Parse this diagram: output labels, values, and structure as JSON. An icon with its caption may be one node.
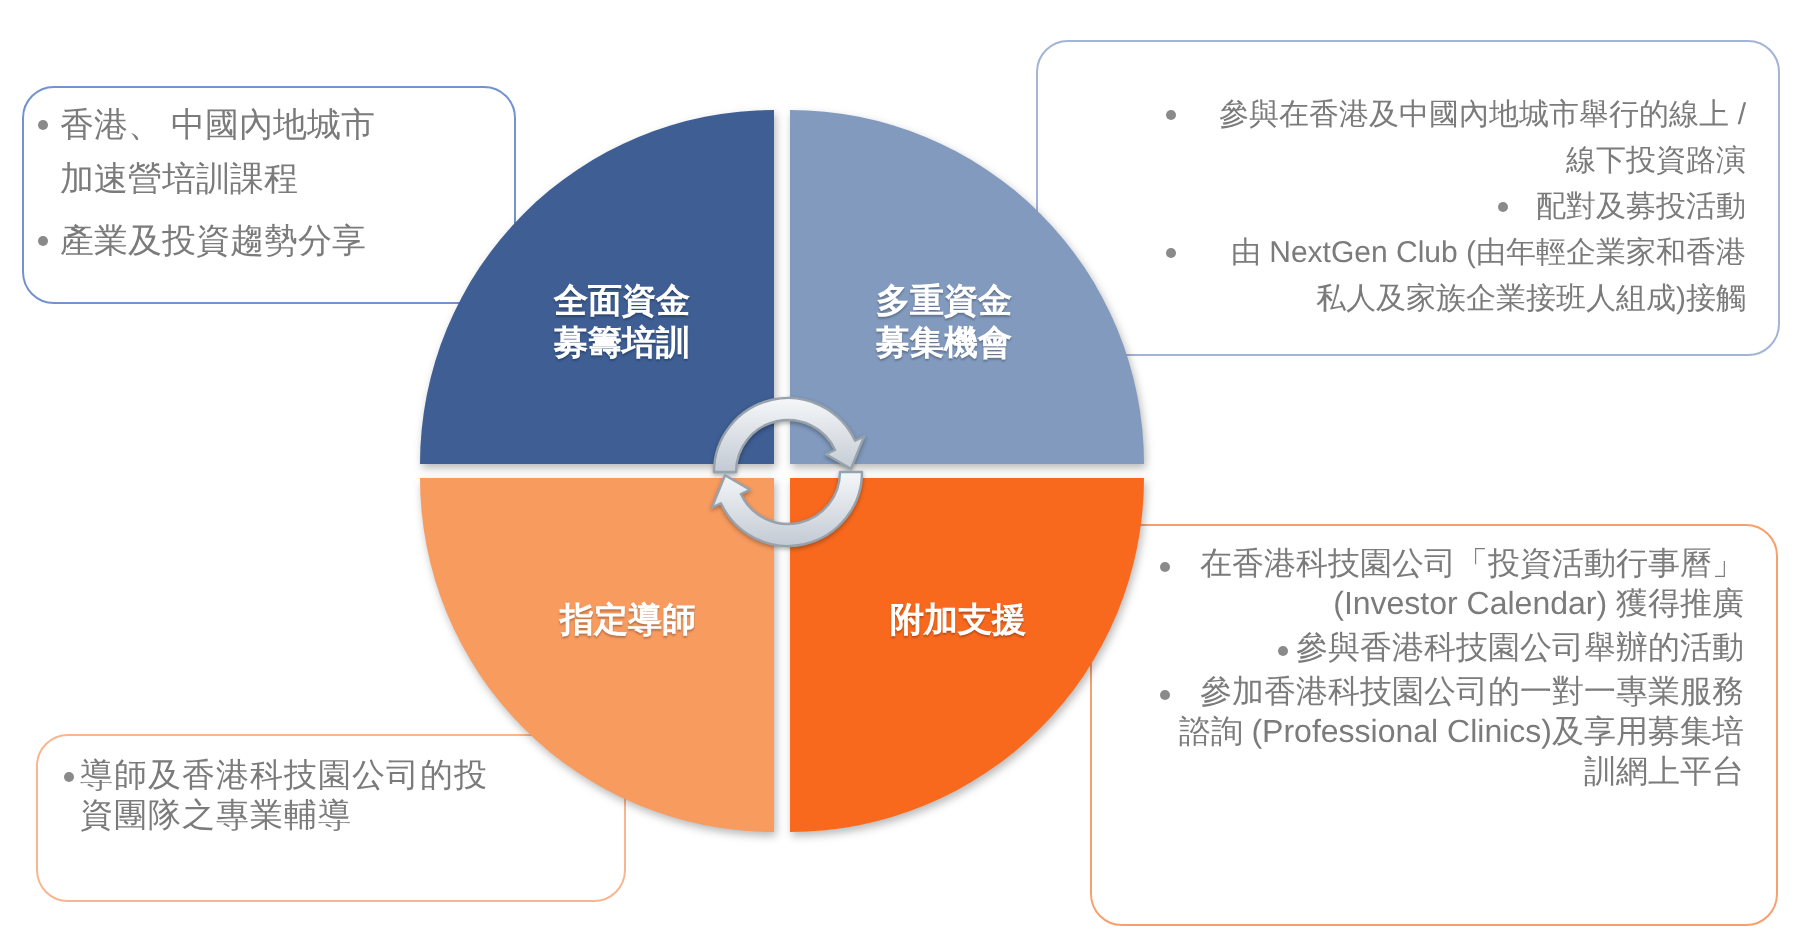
{
  "diagram": {
    "nodes": [
      {
        "text": [
          "香港、 中國內地城市加速營培訓課程",
          "產業及投資趨勢分享"
        ]
      },
      {
        "text": [
          "參與在香港及中國內地城市舉行的線上 /線下投資路演",
          "配對及募投活動",
          "由 NextGen Club (由年輕企業家和香港私人及家族企業接班人組成)接觸"
        ]
      },
      {
        "text": [
          "全面資金募籌培訓"
        ]
      },
      {
        "text": [
          "多重資金募集機會"
        ]
      },
      {
        "text": [
          "指定導師"
        ]
      },
      {
        "text": [
          "附加支援"
        ]
      },
      {
        "text": [
          "在香港科技園公司「投資活動行事曆」(Investor Calendar) 獲得推廣",
          "參與香港科技園公司舉辦的活動",
          "參加香港科技園公司的一對一專業服務諮詢 (Professional Clinics)及享用募集培訓網上平台"
        ]
      },
      {
        "text": [
          "導師及香港科技園公司的投資團隊之專業輔導"
        ]
      }
    ]
  }
}
